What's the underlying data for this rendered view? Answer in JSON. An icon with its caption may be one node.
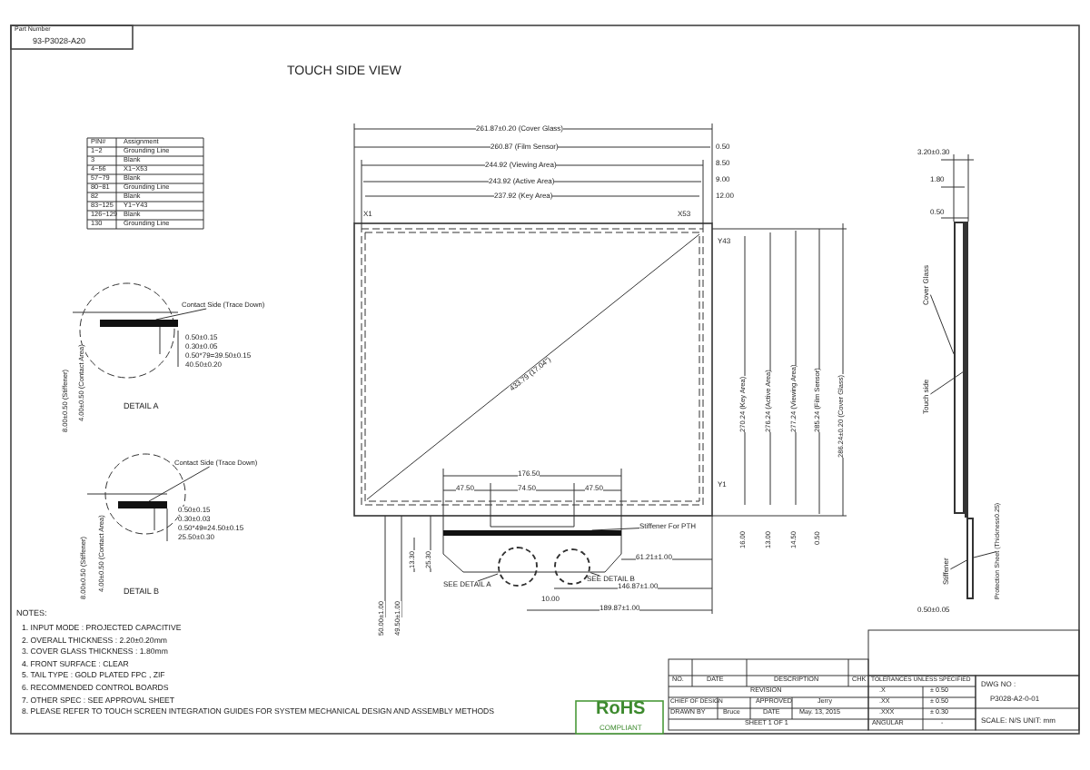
{
  "diagram": {
    "title": "TOUCH SIDE VIEW",
    "nodes": [
      {
        "text": [
          "Contact Side (Trace Down)"
        ]
      },
      {
        "text": [],
        "shape": "bar"
      },
      {
        "text": [
          "Contact Side (Trace Down)"
        ]
      },
      {
        "text": [],
        "shape": "bar"
      },
      {
        "text": [
          "Stiffener For PTH"
        ]
      },
      {
        "text": [],
        "shape": "bar"
      },
      {
        "text": [
          "SEE DETAIL A"
        ]
      },
      {
        "text": [],
        "shape": "circle"
      },
      {
        "text": [
          "SEE DETAIL B"
        ]
      },
      {
        "text": [],
        "shape": "circle"
      },
      {
        "text": [
          "Cover Glass"
        ]
      },
      {
        "text": [
          "Touch side"
        ]
      },
      {
        "text": [
          "Stiffener"
        ]
      },
      {
        "text": [
          "Protection Sheet (Thickness0.25)"
        ]
      },
      {
        "text": [],
        "shape": "bar"
      },
      {
        "text": [],
        "shape": "bar"
      },
      {
        "text": [],
        "shape": "bar"
      }
    ],
    "edges": [
      {
        "from": 0,
        "to": 1,
        "arrow": "none"
      },
      {
        "from": 2,
        "to": 3,
        "arrow": "none"
      },
      {
        "from": 4,
        "to": 5,
        "arrow": "none"
      },
      {
        "from": 6,
        "to": 7,
        "arrow": "none"
      },
      {
        "from": 8,
        "to": 9,
        "arrow": "none"
      },
      {
        "from": 10,
        "to": 14,
        "arrow": "none"
      },
      {
        "from": 11,
        "to": 15,
        "arrow": "none"
      },
      {
        "from": 12,
        "to": 16,
        "arrow": "none"
      },
      {
        "from": 13,
        "to": 16,
        "arrow": "none"
      }
    ],
    "labels": [
      "Part Number",
      "93-P3028-A20",
      "PIN#",
      "Assignment",
      "1~2",
      "Grounding Line",
      "3",
      "Blank",
      "4~56",
      "X1~X53",
      "57~79",
      "Blank",
      "80~81",
      "Grounding Line",
      "82",
      "Blank",
      "83~125",
      "Y1~Y43",
      "126~129",
      "Blank",
      "130",
      "Grounding Line",
      "0.50±0.15",
      "0.30±0.05",
      "0.50*79=39.50±0.15",
      "40.50±0.20",
      "8.00±0.50 (Stiffener)",
      "4.00±0.50 (Contact Area)",
      "DETAIL A",
      "0.50±0.15",
      "0.30±0.03",
      "0.50*49=24.50±0.15",
      "25.50±0.30",
      "8.00±0.50 (Stiffener)",
      "4.00±0.50 (Contact Area)",
      "DETAIL B",
      "261.87±0.20 (Cover Glass)",
      "260.87 (Film Sensor)",
      "244.92 (Viewing Area)",
      "243.92 (Active Area)",
      "237.92 (Key Area)",
      "0.50",
      "8.50",
      "9.00",
      "12.00",
      "X1",
      "X53",
      "Y43",
      "433.79 (17.04\")",
      "270.24 (Key Area)",
      "276.24 (Active Area)",
      "277.24 (Viewing Area)",
      "285.24 (Film Sensor)",
      "286.24±0.20 (Cover Glass)",
      "16.00",
      "13.00",
      "14.50",
      "0.50",
      "Y1",
      "176.50",
      "47.50",
      "74.50",
      "47.50",
      "13.30",
      "25.30",
      "61.21±1.00",
      "146.87±1.00",
      "10.00",
      "189.87±1.00",
      "50.00±1.00",
      "49.50±1.00",
      "3.20±0.30",
      "1.80",
      "0.50",
      "0.50±0.05",
      "NOTES:",
      "1. INPUT MODE : PROJECTED CAPACITIVE",
      "2. OVERALL THICKNESS : 2.20±0.20mm",
      "3. COVER GLASS THICKNESS : 1.80mm",
      "4. FRONT SURFACE : CLEAR",
      "5. TAIL TYPE : GOLD PLATED FPC , ZIF",
      "6. RECOMMENDED CONTROL BOARDS",
      "7. OTHER SPEC : SEE APPROVAL SHEET",
      "8. PLEASE REFER TO TOUCH SCREEN INTEGRATION GUIDES FOR SYSTEM MECHANICAL DESIGN AND ASSEMBLY METHODS",
      "NO.",
      "DATE",
      "DESCRIPTION",
      "CHK",
      "REVISION",
      "CHIEF OF DESIGN",
      "APPROVED",
      "Jerry",
      "DRAWN BY",
      "Bruce",
      "DATE",
      "May. 13, 2015",
      "SHEET 1 OF 1",
      "TOLERANCES UNLESS SPECIFIED",
      ".X",
      "± 0.50",
      ".XX",
      "± 0.50",
      ".XXX",
      "± 0.30",
      "ANGULAR",
      "-",
      "DWG NO :",
      "P3028-A2-0-01",
      "SCALE: N/S UNIT: mm",
      "RoHS",
      "COMPLIANT"
    ]
  }
}
